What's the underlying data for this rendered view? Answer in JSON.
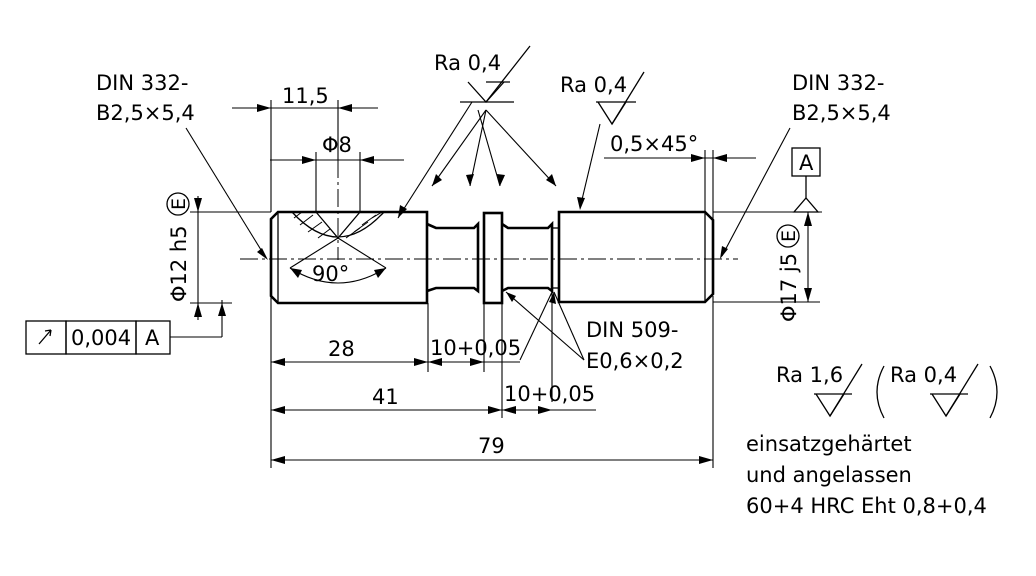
{
  "labels": {
    "din332_left_l1": "DIN 332-",
    "din332_left_l2": "B2,5×5,4",
    "din332_right_l1": "DIN 332-",
    "din332_right_l2": "B2,5×5,4",
    "dim_11_5": "11,5",
    "dim_d8": "Φ8",
    "ra_top_center": "Ra 0,4",
    "ra_top_right": "Ra 0,4",
    "chamfer": "0,5×45°",
    "datum_letter": "A",
    "dia_left": "Φ12 h5",
    "dia_right": "Φ17 j5",
    "envelope": "E",
    "angle_90": "90°",
    "tol_value": "0,004",
    "tol_datum": "A",
    "dim_28": "28",
    "dim_10_a": "10+0,05",
    "dim_41": "41",
    "dim_10_b": "10+0,05",
    "dim_79": "79",
    "din509_l1": "DIN 509-",
    "din509_l2": "E0,6×0,2",
    "ra_general_1": "Ra 1,6",
    "ra_general_2": "Ra 0,4",
    "note_l1": "einsatzgehärtet",
    "note_l2": "und angelassen",
    "note_l3": "60+4 HRC  Eht 0,8+0,4"
  }
}
